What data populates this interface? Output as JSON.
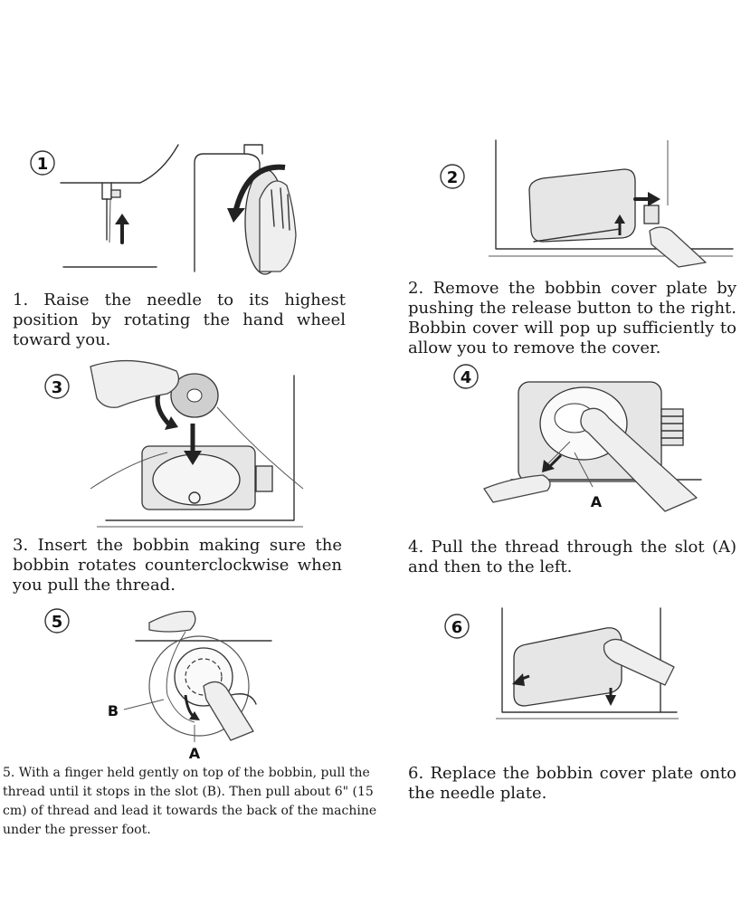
{
  "steps": [
    {
      "number": "1",
      "caption": "1. Raise the needle to its highest position by rotating the hand wheel toward you."
    },
    {
      "number": "2",
      "caption": "2. Remove the bobbin cover plate by pushing the release button to the right. Bobbin cover will pop up sufficiently to allow you to remove the cover."
    },
    {
      "number": "3",
      "caption": "3. Insert the bobbin making sure the bobbin rotates counterclockwise when you pull the thread."
    },
    {
      "number": "4",
      "caption": "4. Pull the thread through the slot (A) and then to the left.",
      "labels": [
        "A"
      ]
    },
    {
      "number": "5",
      "caption": "5. With a finger held gently on top of the bobbin, pull the thread until it stops in the slot (B). Then pull about 6\" (15 cm) of thread and lead it towards the back of the machine under the presser foot.",
      "labels": [
        "B",
        "A"
      ]
    },
    {
      "number": "6",
      "caption": "6. Replace the bobbin cover plate onto the needle plate."
    }
  ]
}
